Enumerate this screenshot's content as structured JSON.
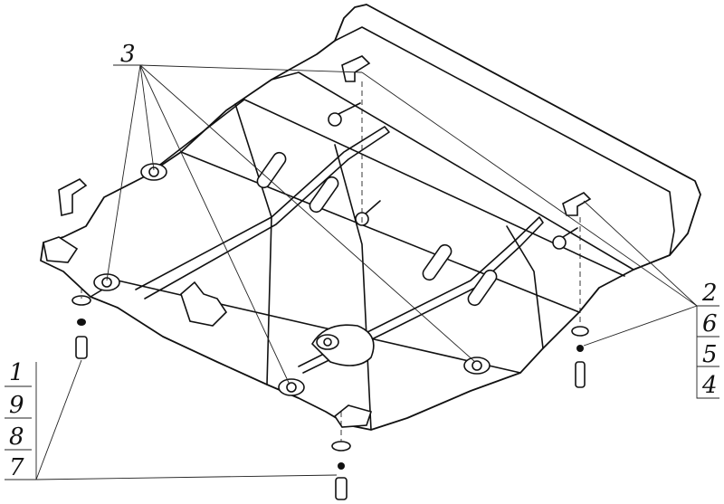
{
  "title": "Skid plate assembly diagram",
  "callouts": {
    "c3": "3",
    "c2": "2",
    "c6": "6",
    "c5": "5",
    "c4": "4",
    "c1": "1",
    "c9": "9",
    "c8": "8",
    "c7": "7"
  },
  "colors": {
    "line": "#111111",
    "background": "#ffffff"
  }
}
